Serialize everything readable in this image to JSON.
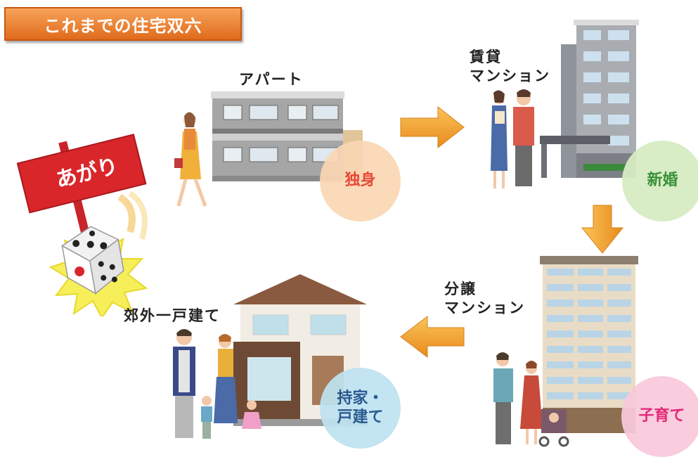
{
  "title": "これまでの住宅双六",
  "goal_sign": "あがり",
  "stages": {
    "apartment": {
      "label": "アパート",
      "badge": "独身"
    },
    "rental": {
      "label_line1": "賃貸",
      "label_line2": "マンション",
      "badge": "新婚"
    },
    "condo": {
      "label_line1": "分譲",
      "label_line2": "マンション",
      "badge": "子育て"
    },
    "house": {
      "label": "郊外一戸建て",
      "badge_line1": "持家・",
      "badge_line2": "戸建て"
    }
  },
  "colors": {
    "banner": "#e8782a",
    "arrow": "#f39a2c",
    "badge_single_bg": "#fbd7b4",
    "badge_single_text": "#e63a2a",
    "badge_newlywed_bg": "#d6ecc4",
    "badge_newlywed_text": "#2e8b2e",
    "badge_child_bg": "#f9c9dc",
    "badge_child_text": "#e0196e",
    "badge_home_bg": "#bfe3f0",
    "badge_home_text": "#1c4f8a",
    "sign": "#d9262b"
  }
}
